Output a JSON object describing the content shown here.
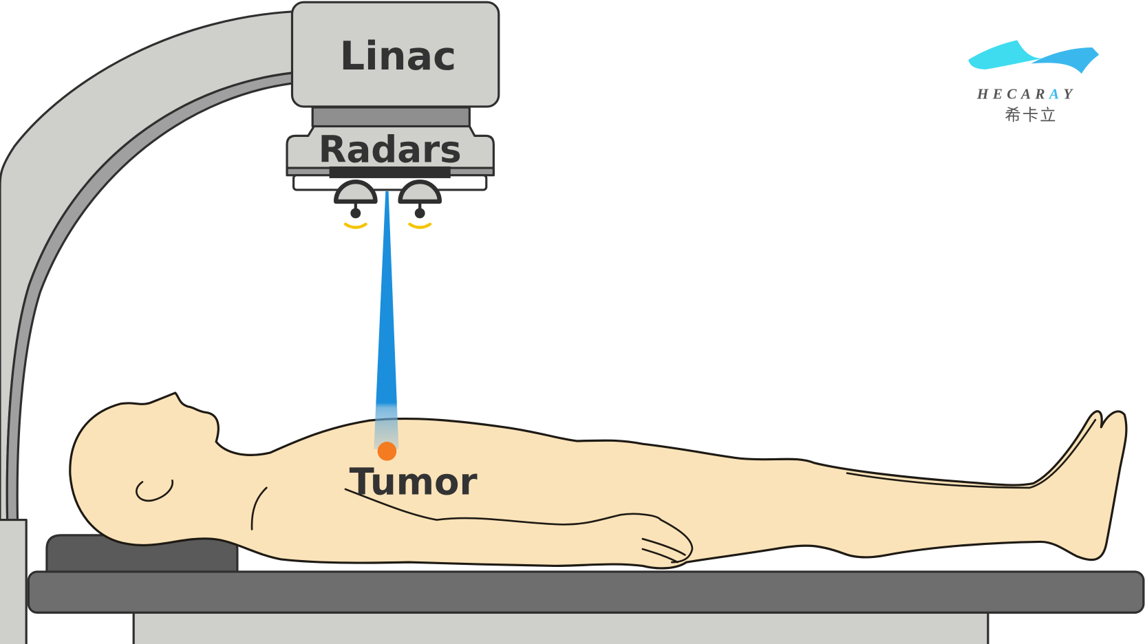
{
  "diagram": {
    "title": "Radar-guided radiotherapy schematic",
    "labels": {
      "linac": "Linac",
      "radars": "Radars",
      "tumor": "Tumor"
    },
    "logo": {
      "brand_en_main": "HECAR",
      "brand_en_accent": "A",
      "brand_en_tail": "Y",
      "brand_cn": "希卡立"
    },
    "colors": {
      "gantry": "#cfcfcb",
      "gantry_shadow": "#a0a0a0",
      "outline": "#2f2f2f",
      "couch": "#6e6e6e",
      "pillow": "#5a5a5a",
      "skin": "#fbe3b9",
      "beam": "#1b8fdc",
      "tumor": "#f47b20",
      "radar_wave": "#f5c400",
      "logo_cyan": "#3fdcf0",
      "logo_blue": "#3ab8ee",
      "logo_text": "#555555"
    },
    "components": [
      "gantry-arm",
      "linac-head",
      "radar-unit",
      "radar-sensor-left",
      "radar-sensor-right",
      "radiation-beam",
      "patient",
      "tumor",
      "pillow",
      "treatment-couch",
      "couch-base",
      "gantry-stand"
    ]
  }
}
